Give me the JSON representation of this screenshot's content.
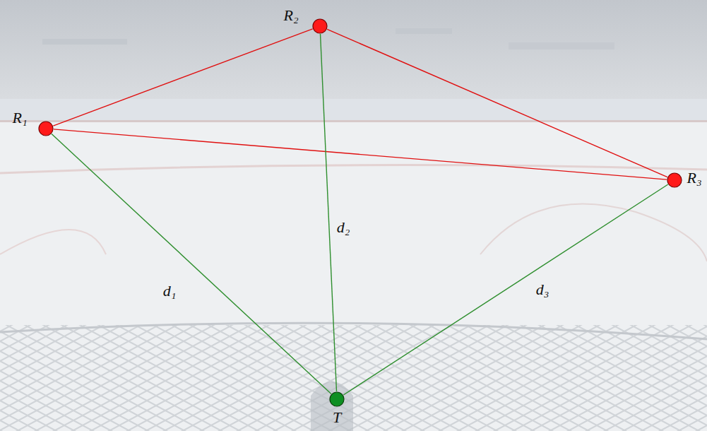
{
  "diagram": {
    "nodes": [
      {
        "text": [
          "R₁"
        ]
      },
      {
        "text": [
          "R₂"
        ]
      },
      {
        "text": [
          "R₃"
        ]
      },
      {
        "text": [
          "T"
        ]
      }
    ],
    "edges": [
      {
        "from": 0,
        "to": 1,
        "arrow": "none"
      },
      {
        "from": 1,
        "to": 2,
        "arrow": "none"
      },
      {
        "from": 0,
        "to": 2,
        "arrow": "none"
      },
      {
        "from": 0,
        "to": 3,
        "arrow": "none",
        "label": "d₁"
      },
      {
        "from": 1,
        "to": 3,
        "arrow": "none",
        "label": "d₂"
      },
      {
        "from": 2,
        "to": 3,
        "arrow": "none",
        "label": "d₃"
      }
    ]
  }
}
